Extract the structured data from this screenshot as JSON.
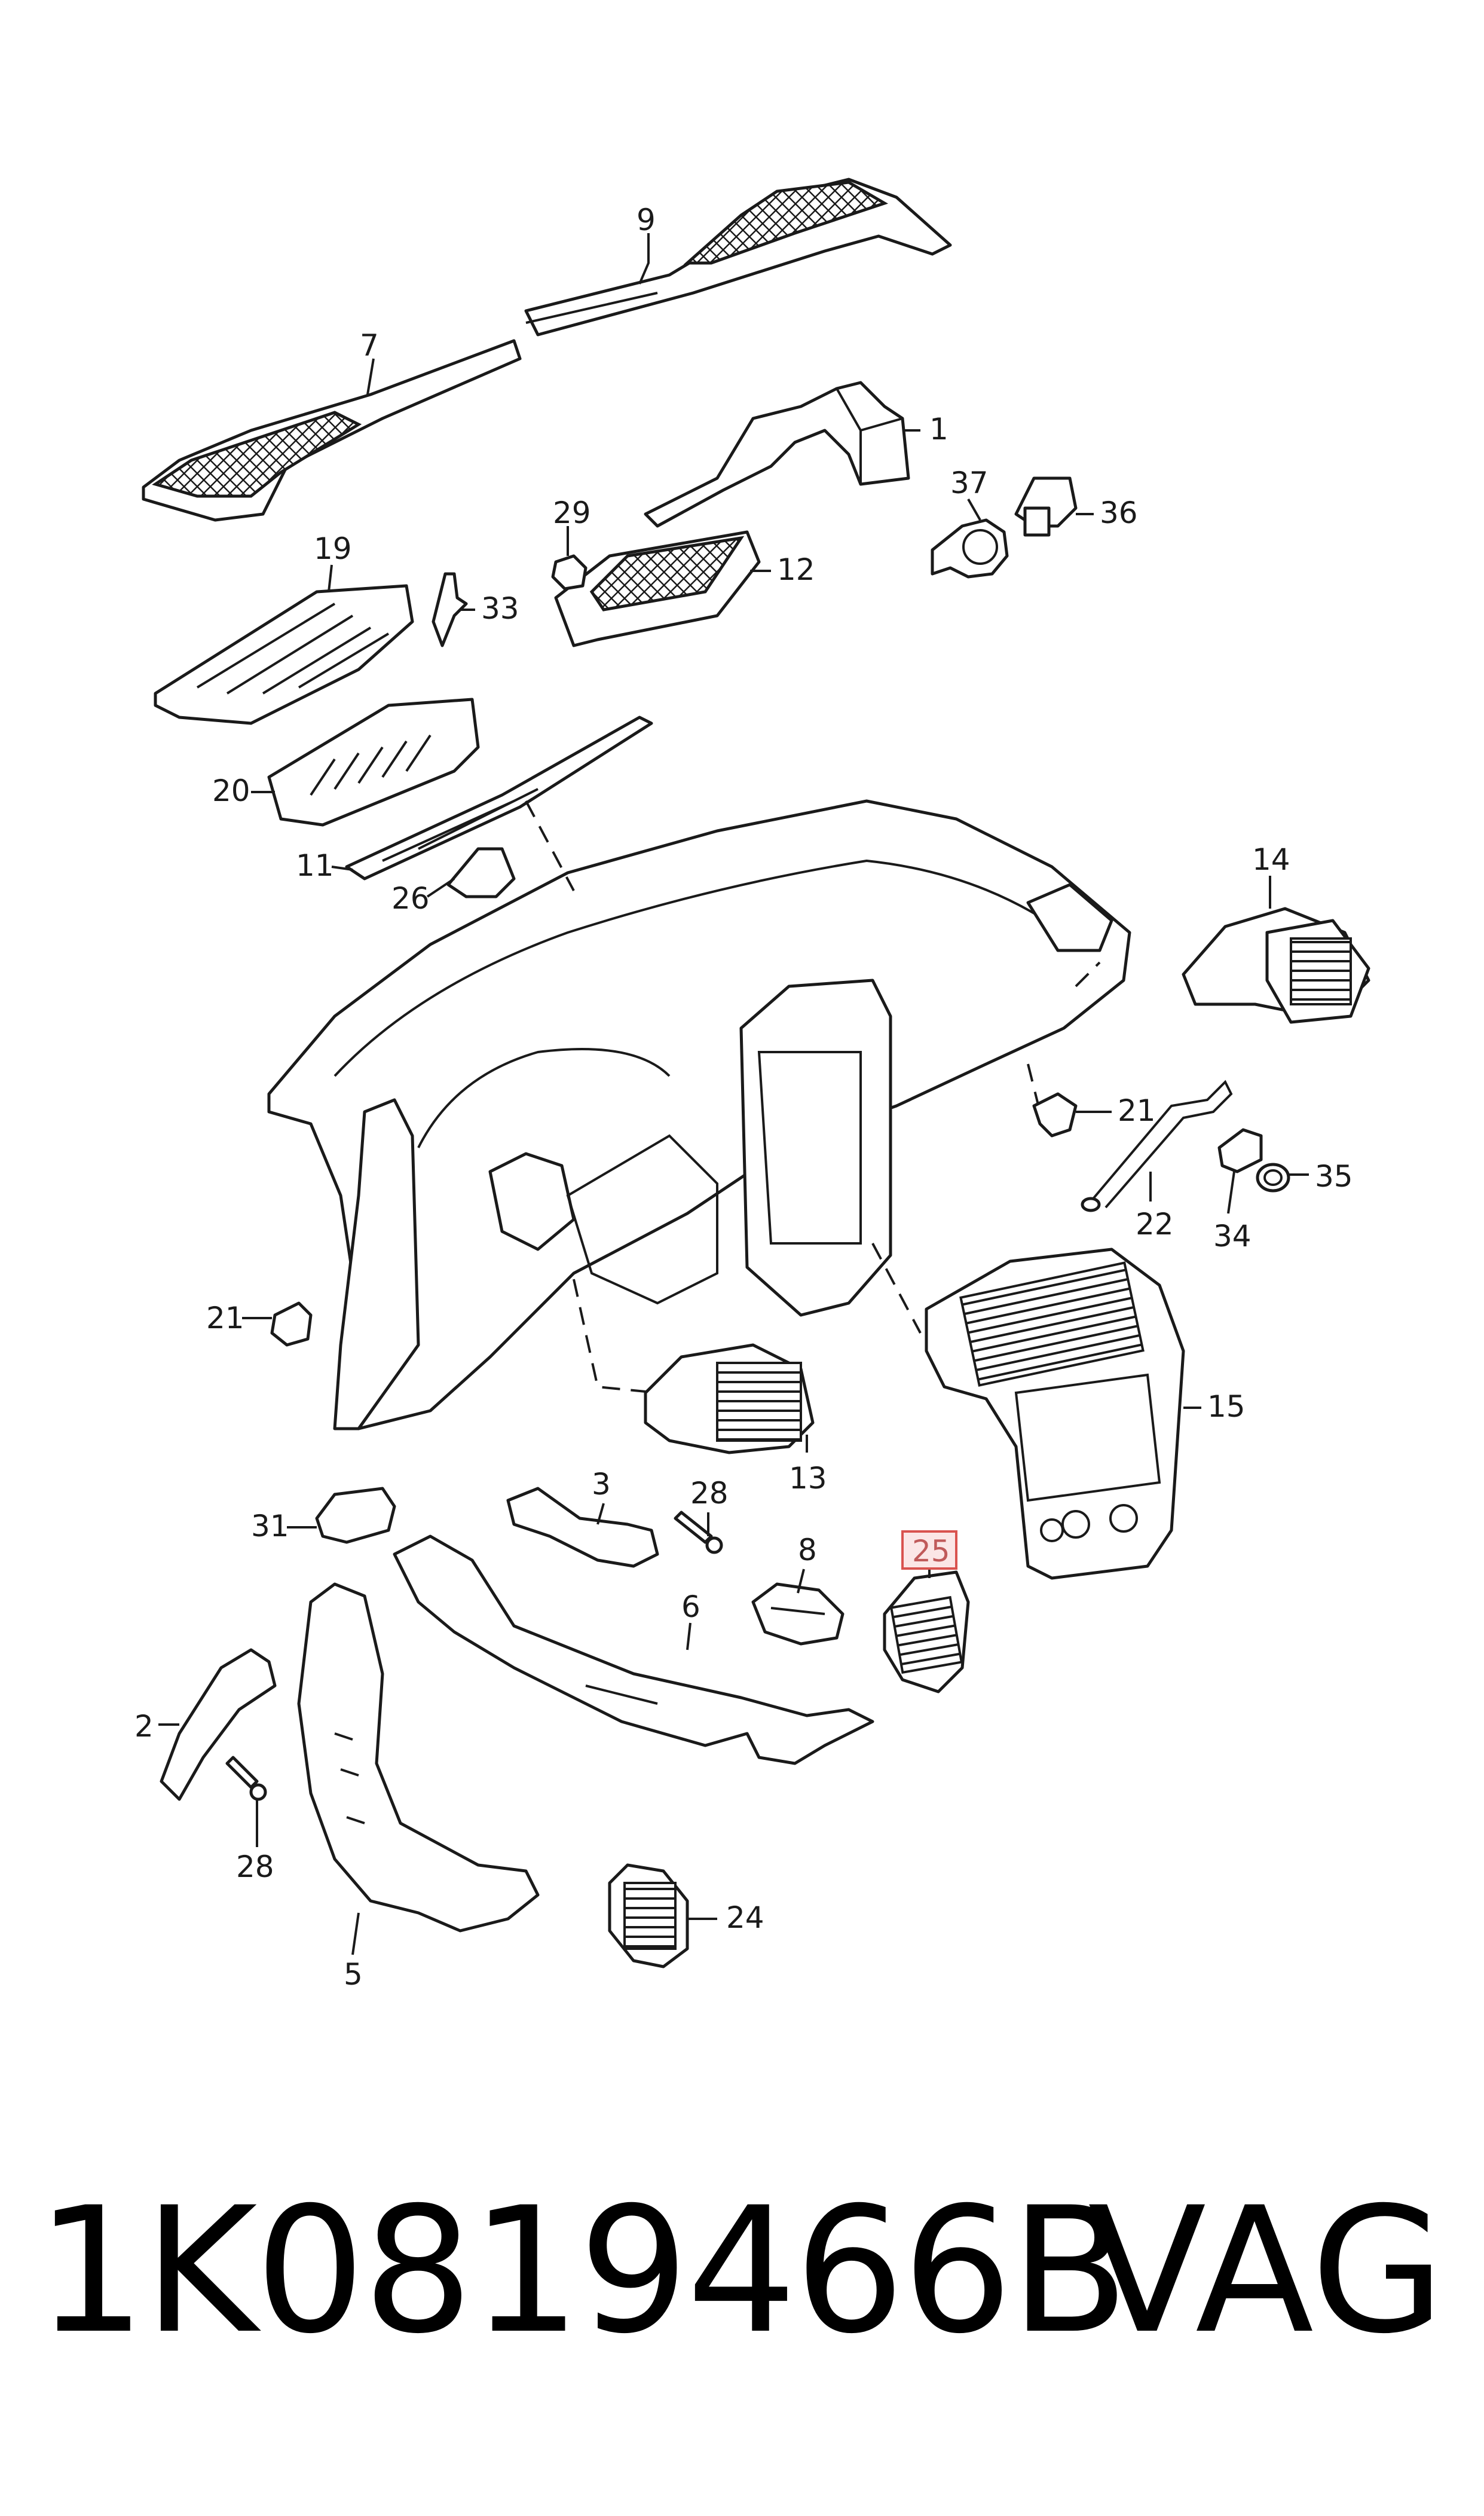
{
  "callouts": {
    "c1": "1",
    "c2": "2",
    "c3": "3",
    "c5": "5",
    "c6": "6",
    "c7": "7",
    "c8": "8",
    "c9": "9",
    "c11": "11",
    "c12": "12",
    "c13": "13",
    "c14": "14",
    "c15": "15",
    "c19": "19",
    "c20": "20",
    "c21a": "21",
    "c21b": "21",
    "c22": "22",
    "c24": "24",
    "c25": "25",
    "c26": "26",
    "c28a": "28",
    "c28b": "28",
    "c29": "29",
    "c31": "31",
    "c33": "33",
    "c34": "34",
    "c35": "35",
    "c36": "36",
    "c37": "37"
  },
  "highlight": {
    "callout": "25",
    "color": "#d9534f"
  },
  "footer": {
    "part_number": "1K0819466B",
    "brand": "VAG"
  }
}
